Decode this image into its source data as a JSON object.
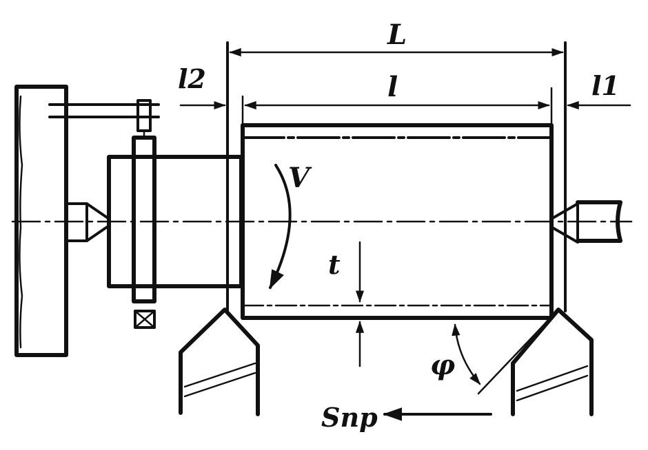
{
  "labels": {
    "total_length": "L",
    "cut_length": "l",
    "overrun": "l1",
    "approach": "l2",
    "cutting_speed": "V",
    "depth_of_cut": "t",
    "approach_angle": "φ",
    "feed": "Snp"
  },
  "colors": {
    "ink": "#111111",
    "paper": "#ffffff"
  }
}
